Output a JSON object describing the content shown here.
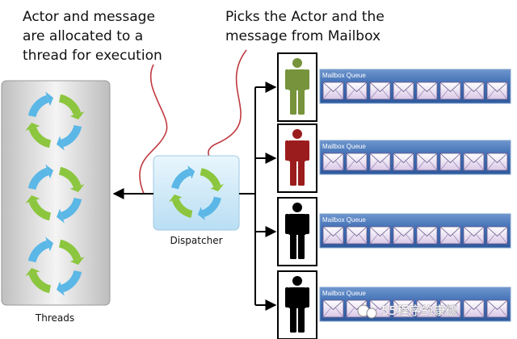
{
  "annotations": {
    "left": [
      "Actor and message",
      "are allocated to a",
      "thread for execution"
    ],
    "right": [
      "Picks the Actor and the",
      "message from Mailbox"
    ]
  },
  "threads_label": "Threads",
  "dispatcher_label": "Dispatcher",
  "mailbox_label": "Mailbox Queue",
  "actors": [
    {
      "color": "#77933c"
    },
    {
      "color": "#9b1c1c"
    },
    {
      "color": "#000000"
    },
    {
      "color": "#000000"
    }
  ],
  "envelopes_per_queue": 8,
  "watermark": "55程序的康德",
  "colors": {
    "thread_green": "#8cc63f",
    "thread_blue": "#5bb7e6",
    "curve": "#c0393f",
    "queue_border": "#7fa2cf"
  }
}
